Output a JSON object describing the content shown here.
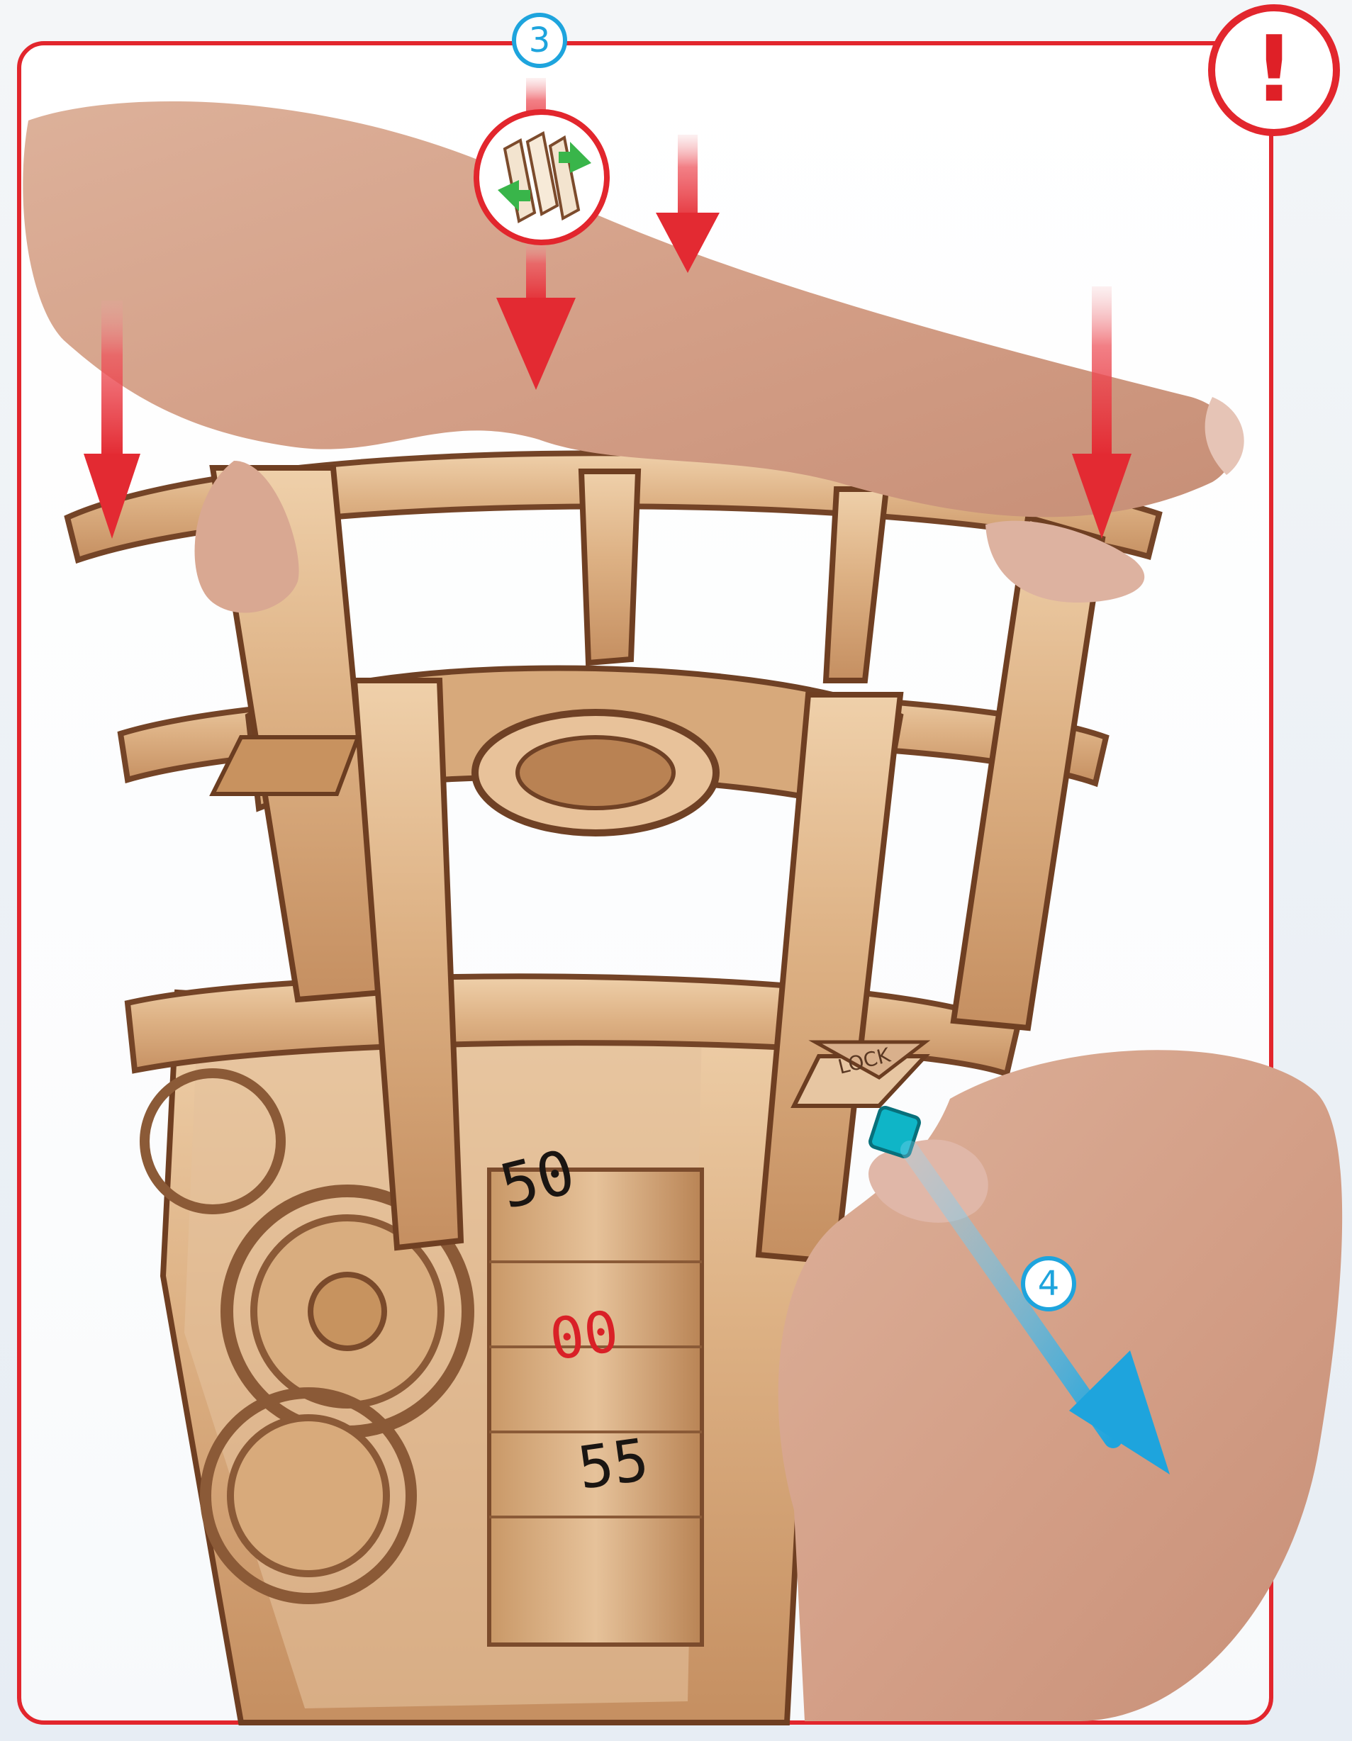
{
  "steps": {
    "step_3": "3",
    "step_4": "4"
  },
  "panel": {
    "lock_label": "LOCK",
    "digits_upper": "50",
    "digits_red": "00",
    "digits_lower": "55"
  },
  "icons": {
    "warning": "!",
    "spacer": "spacer-icon",
    "arrows": "arrow-down-icon"
  },
  "colors": {
    "frame": "#e2262d",
    "accent_blue": "#1ea4dd",
    "wood_light": "#ddb184",
    "wood_mid": "#c58f61",
    "wood_dark": "#7c4b2c"
  }
}
